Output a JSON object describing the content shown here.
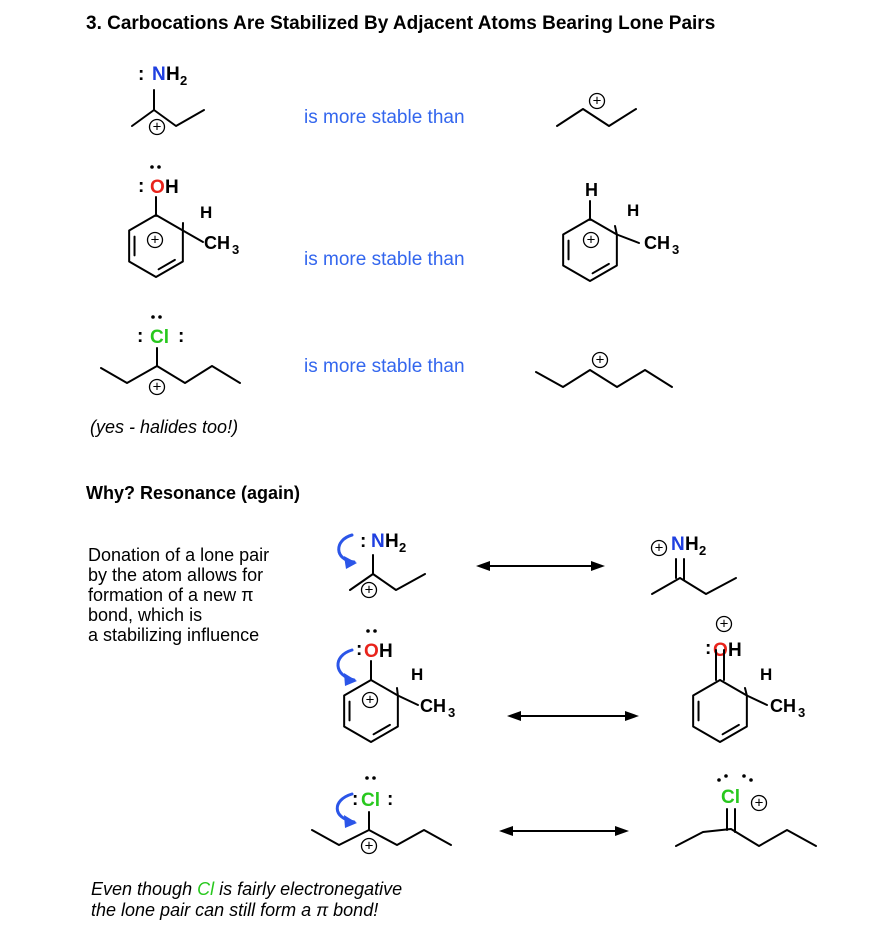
{
  "title": "3. Carbocations Are Stabilized By Adjacent Atoms Bearing Lone Pairs",
  "comparison_text": "is more stable than",
  "note": "(yes - halides too!)",
  "why_heading": "Why? Resonance (again)",
  "explanation": [
    "Donation of a lone pair",
    "by the atom allows for",
    "formation of a new π",
    "bond, which is",
    "a stabilizing influence"
  ],
  "footer": {
    "line1_before": "Even though ",
    "line1_element": "Cl",
    "line1_after": " is fairly electronegative",
    "line2": "the lone pair can still form a π bond!"
  },
  "atoms": {
    "nh2_n": "N",
    "nh2_h": "H",
    "nh2_sub": "2",
    "oh_o": "O",
    "oh_h": "H",
    "h": "H",
    "ch3": "CH",
    "ch3_sub": "3",
    "cl": "Cl",
    "plus": "+",
    "colon": ":"
  },
  "colors": {
    "blue_text": "#3366ee",
    "nitrogen": "#1f3fe0",
    "oxygen": "#e8231b",
    "chlorine": "#28c81e",
    "arrow_blue": "#2b55e8",
    "black": "#000000"
  }
}
